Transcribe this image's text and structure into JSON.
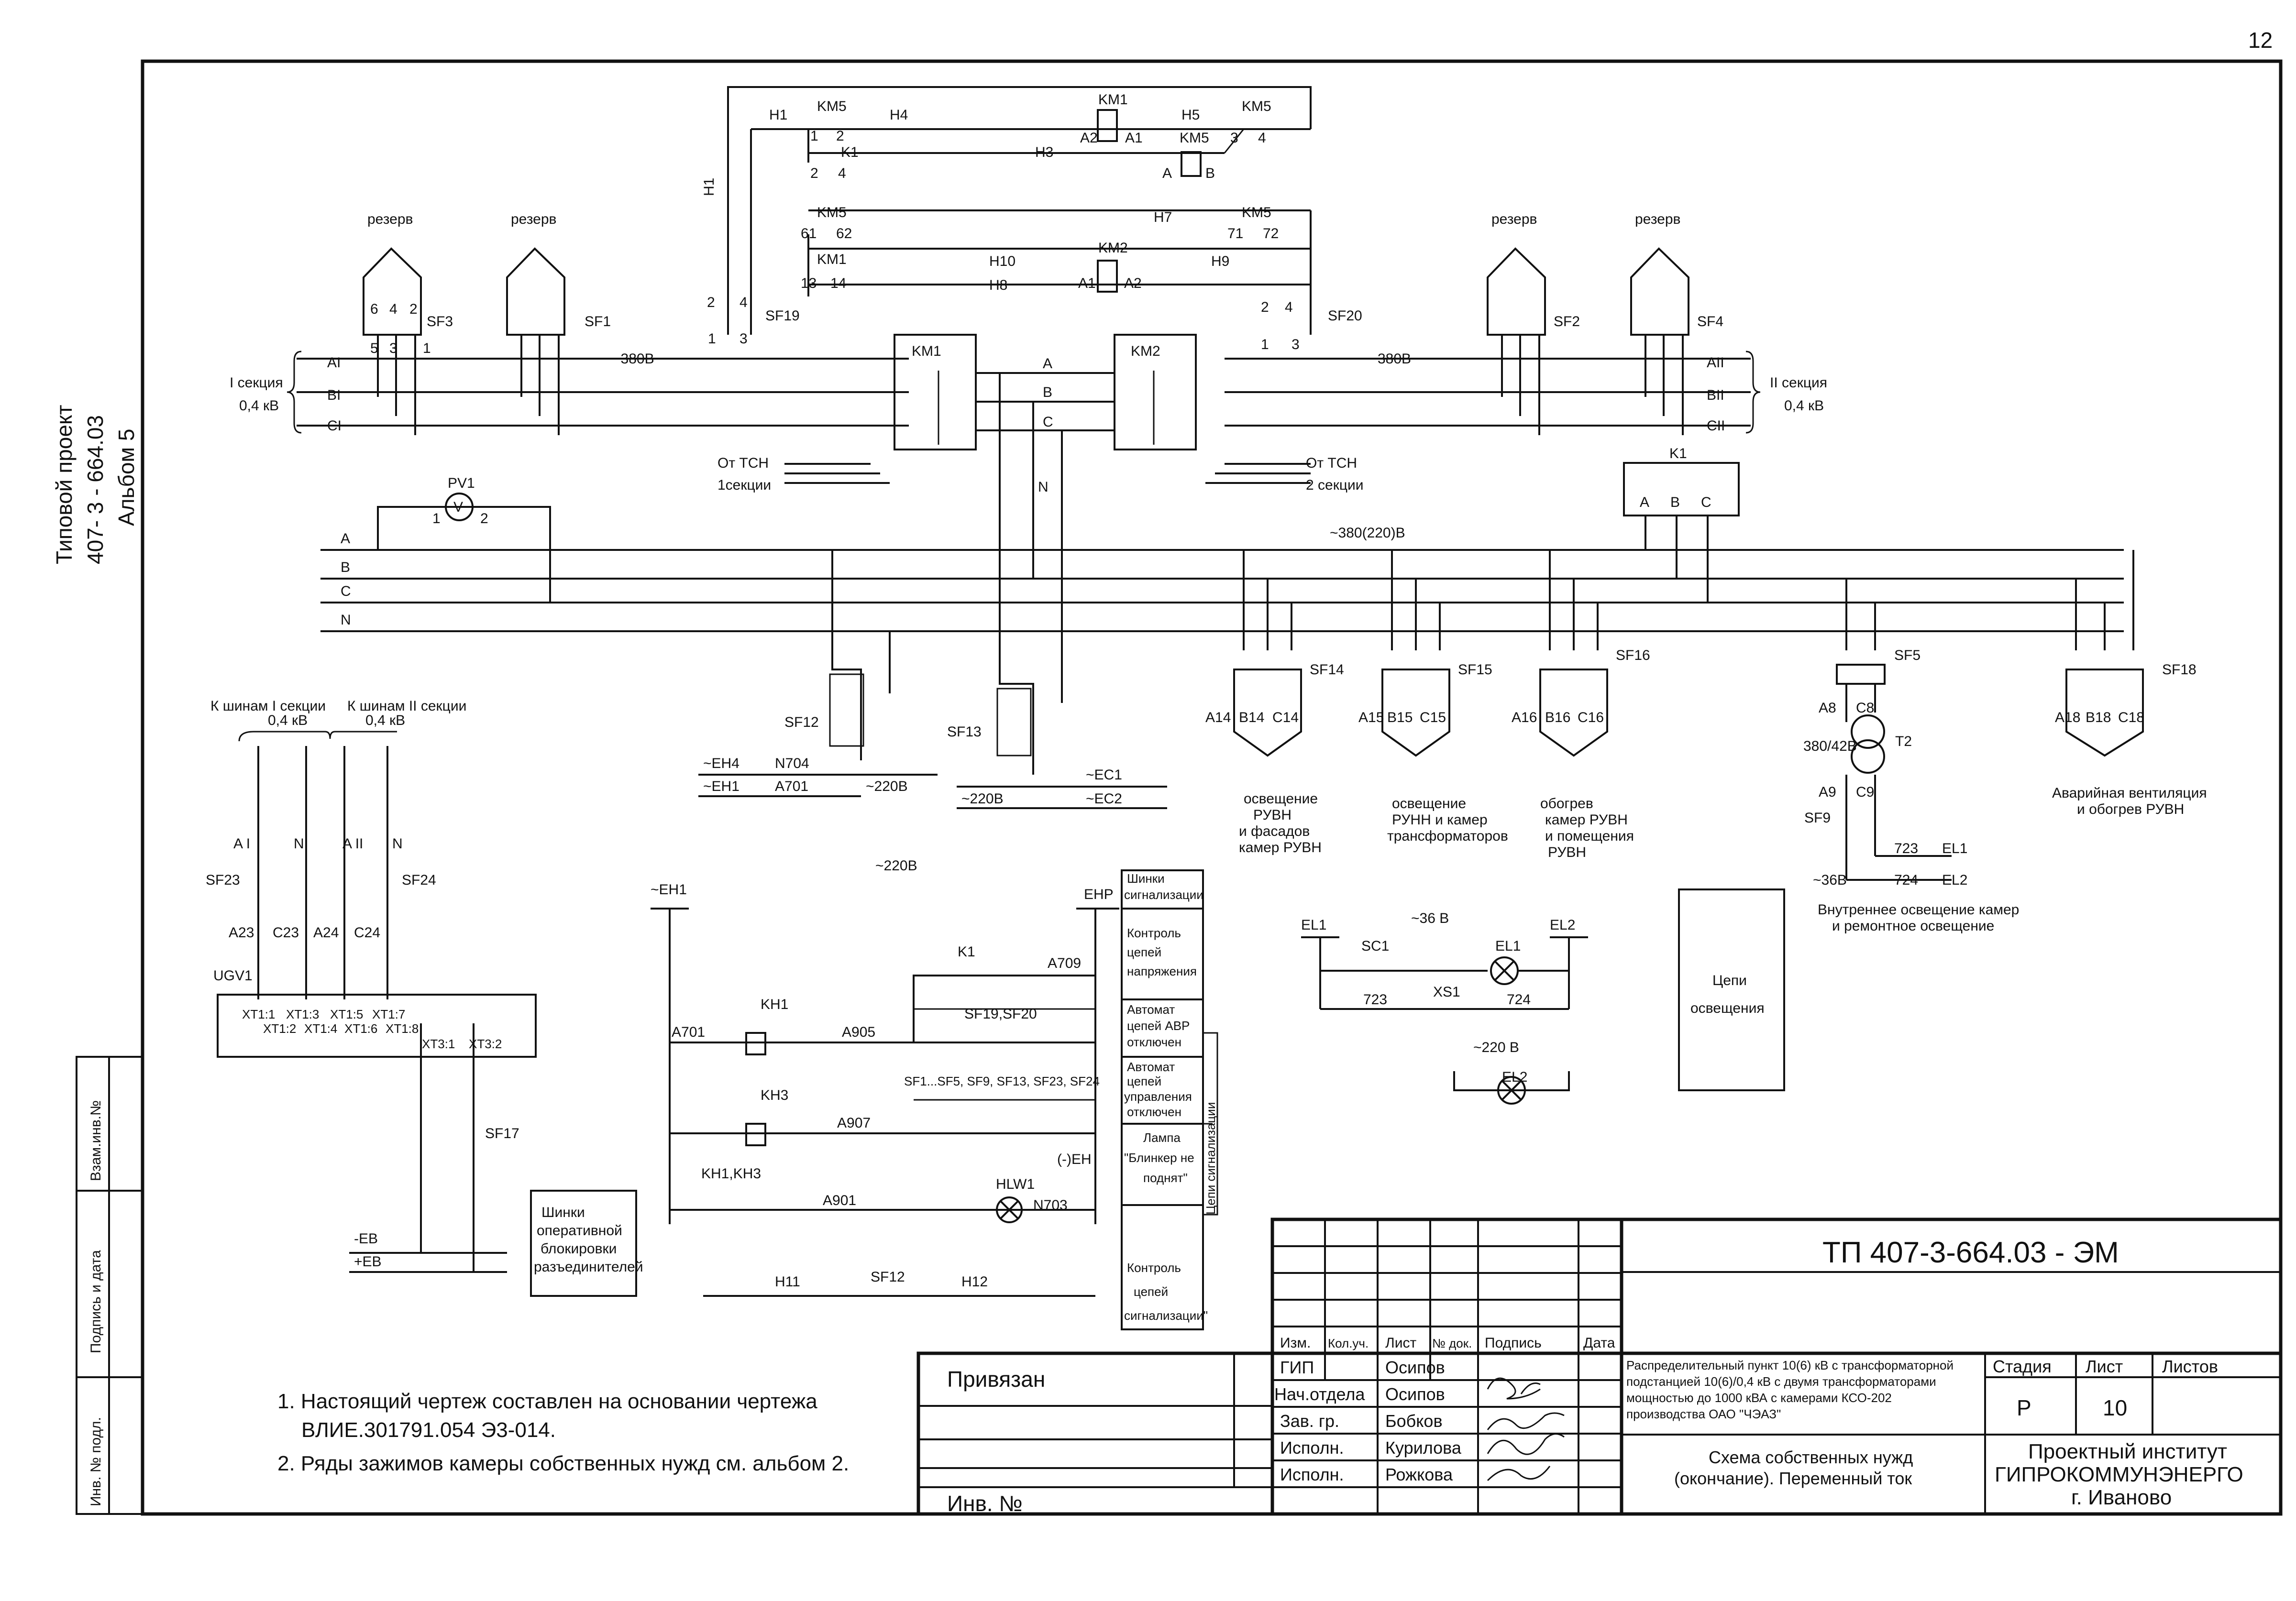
{
  "page_number": "12",
  "left_margin": {
    "project_line1": "Типовой проект",
    "project_line2": "407- 3 - 664.03",
    "project_line3": "Альбом 5",
    "field_vzam": "Взам.инв.№",
    "field_podpis": "Подпись и дата",
    "field_inv": "Инв. № подл."
  },
  "avr": {
    "h1": "H1",
    "h1v": "H1",
    "km5_a": "KM5",
    "h4": "H4",
    "km1_coil": "KM1",
    "h5": "H5",
    "km5_b": "KM5",
    "n1": "1",
    "n2": "2",
    "k1": "K1",
    "n2b": "2",
    "n4": "4",
    "h3": "H3",
    "a2": "A2",
    "a1": "A1",
    "km5_c": "KM5",
    "a": "A",
    "b": "B",
    "n3": "3",
    "n4b": "4",
    "km5_d": "KM5",
    "n61": "61",
    "n62": "62",
    "h7": "H7",
    "km5_e": "KM5",
    "n71": "71",
    "n72": "72",
    "km1_b": "KM1",
    "km2_coil": "KM2",
    "n13": "13",
    "n14": "14",
    "h10": "H10",
    "h8": "H8",
    "a1b": "A1",
    "a2b": "A2",
    "h9": "H9",
    "sf19": "SF19",
    "sf19_2": "2",
    "sf19_4": "4",
    "sf19_1": "1",
    "sf19_3": "3",
    "sf20": "SF20",
    "sf20_2": "2",
    "sf20_4": "4",
    "sf20_1": "1",
    "sf20_3": "3"
  },
  "reserve_breakers": [
    {
      "label": "резерв",
      "name": "SF3"
    },
    {
      "label": "резерв",
      "name": "SF1"
    },
    {
      "label": "резерв",
      "name": "SF2"
    },
    {
      "label": "резерв",
      "name": "SF4"
    }
  ],
  "breaker_pins": {
    "p6": "6",
    "p4": "4",
    "p2": "2",
    "p5": "5",
    "p3": "3",
    "p1": "1"
  },
  "buses": {
    "sec1_label": "I секция",
    "sec1_v": "0,4 кВ",
    "AI": "AI",
    "BI": "BI",
    "CI": "CI",
    "v380_left": "~380В",
    "v380_right": "380В",
    "sec2_label": "II секция",
    "sec2_v": "0,4 кВ",
    "AII": "AII",
    "BII": "BII",
    "CII": "CII",
    "mid_A": "A",
    "mid_B": "B",
    "mid_C": "C",
    "mid_N": "N",
    "km1": "KM1",
    "km2": "KM2",
    "tsn1_a": "От ТСН",
    "tsn1_b": "1секции",
    "tsn2_a": "От ТСН",
    "tsn2_b": "2 секции"
  },
  "main_bus": {
    "A": "A",
    "B": "B",
    "C": "C",
    "N": "N",
    "voltage": "~380(220)В",
    "pv1": "PV1",
    "pv_sym": "V",
    "pv1_1": "1",
    "pv1_2": "2",
    "k1": "K1",
    "ka": "A",
    "kb": "B",
    "kc": "C"
  },
  "feeders": [
    {
      "name": "SF14",
      "a": "A14",
      "b": "B14",
      "c": "C14",
      "desc": [
        "освещение",
        "РУВН",
        "и фасадов",
        "камер РУВН"
      ]
    },
    {
      "name": "SF15",
      "a": "A15",
      "b": "B15",
      "c": "C15",
      "desc": [
        "освещение",
        "РУНН и камер",
        "трансформаторов"
      ]
    },
    {
      "name": "SF16",
      "a": "A16",
      "b": "B16",
      "c": "C16",
      "desc": [
        "обогрев",
        "камер РУВН",
        "и помещения",
        "РУВН"
      ]
    },
    {
      "name": "SF18",
      "a": "A18",
      "b": "B18",
      "c": "C18",
      "desc": [
        "Аварийная вентиляция",
        "и обогрев РУВН"
      ]
    }
  ],
  "transformer": {
    "sf5": "SF5",
    "a8": "A8",
    "c8": "C8",
    "t2": "T2",
    "ratio": "380/42В",
    "a9": "A9",
    "c9": "C9",
    "sf9": "SF9",
    "n723": "723",
    "n724": "724",
    "el1": "EL1",
    "el2": "EL2",
    "v36": "~36В",
    "desc1": "Внутреннее освещение камер",
    "desc2": "и ремонтное освещение"
  },
  "sf12_13": {
    "sf12": "SF12",
    "sf13": "SF13",
    "eh4": "~EH4",
    "n704": "N704",
    "eh1": "~EH1",
    "a701": "A701",
    "v220a": "~220В",
    "v220b": "~220В",
    "ec1": "~EC1",
    "ec2": "~EC2",
    "v220c": "~220В"
  },
  "ugv": {
    "title_l1": "К шинам I секции",
    "title_l2": "0,4 кВ",
    "title_r1": "К шинам II секции",
    "title_r2": "0,4 кВ",
    "ai": "A I",
    "n1": "N",
    "aii": "A II",
    "n2": "N",
    "sf23": "SF23",
    "sf24": "SF24",
    "a23": "A23",
    "c23": "C23",
    "a24": "A24",
    "c24": "C24",
    "ugv1": "UGV1",
    "xt11": "XT1:1",
    "xt13": "XT1:3",
    "xt15": "XT1:5",
    "xt17": "XT1:7",
    "xt12": "XT1:2",
    "xt14": "XT1:4",
    "xt16": "XT1:6",
    "xt18": "XT1:8",
    "xt31": "XT3:1",
    "xt32": "XT3:2",
    "sf17": "SF17",
    "eb_minus": "-EB",
    "eb_plus": "+EB"
  },
  "blocking_note": [
    "Шинки",
    "оперативной",
    "блокировки",
    "разъединителей"
  ],
  "signal": {
    "eh1": "~EH1",
    "ehp": "EHP",
    "k1": "K1",
    "a709": "A709",
    "a701": "A701",
    "kh1": "KH1",
    "a905": "A905",
    "sf19_20": "SF19,SF20",
    "kh3": "KH3",
    "a907": "A907",
    "sf_list": "SF1...SF5, SF9, SF13, SF23, SF24",
    "kh13": "KH1,KH3",
    "a901": "A901",
    "hlw1": "HLW1",
    "eh_minus": "(-)EH",
    "n703": "N703",
    "h11": "H11",
    "sf12": "SF12",
    "h12": "H12",
    "v220": "~220В"
  },
  "signal_boxes": [
    [
      "Шинки",
      "сигнализации"
    ],
    [
      "Контроль",
      "цепей",
      "напряжения"
    ],
    [
      "Автомат",
      "цепей АВР",
      "отключен"
    ],
    [
      "Автомат",
      "цепей",
      "управления",
      "отключен"
    ],
    [
      "Лампа",
      "\"Блинкер не",
      "поднят\""
    ],
    [
      "Контроль",
      "цепей",
      "сигнализации\""
    ]
  ],
  "signal_vertical": "Цепи   сигнализации",
  "lighting": {
    "el1": "EL1",
    "el2": "EL2",
    "v36": "~36 В",
    "sc1": "SC1",
    "el1b": "EL1",
    "n723": "723",
    "n724": "724",
    "xs1": "XS1",
    "v220": "~220 В",
    "el2b": "EL2",
    "box_l1": "Цепи",
    "box_l2": "освещения"
  },
  "notes": [
    "1. Настоящий чертеж составлен на основании чертежа",
    "ВЛИЕ.301791.054 Э3-014.",
    "2. Ряды зажимов камеры  собственных нужд см. альбом 2."
  ],
  "title_block": {
    "doc_code": "ТП 407-3-664.03 - ЭМ",
    "privyazan": "Привязан",
    "inv_no": "Инв. №",
    "headers": [
      "Изм.",
      "Кол.уч.",
      "Лист",
      "№ док.",
      "Подпись",
      "Дата"
    ],
    "rows": [
      {
        "role": "ГИП",
        "name": "Осипов"
      },
      {
        "role": "Нач.отдела",
        "name": "Осипов"
      },
      {
        "role": "Зав. гр.",
        "name": "Бобков"
      },
      {
        "role": "Исполн.",
        "name": "Курилова"
      },
      {
        "role": "Исполн.",
        "name": "Рожкова"
      }
    ],
    "description": [
      "Распределительный пункт 10(6) кВ с трансформаторной",
      "подстанцией 10(6)/0,4 кВ с двумя трансформаторами",
      "мощностью до 1000 кВА с камерами КСО-202",
      "производства ОАО \"ЧЭАЗ\""
    ],
    "sheet_title_1": "Схема собственных нужд",
    "sheet_title_2": "(окончание). Переменный ток",
    "stage_h": "Стадия",
    "sheet_h": "Лист",
    "sheets_h": "Листов",
    "stage": "Р",
    "sheet": "10",
    "org1": "Проектный институт",
    "org2": "ГИПРОКОММУНЭНЕРГО",
    "org3": "г. Иваново"
  }
}
